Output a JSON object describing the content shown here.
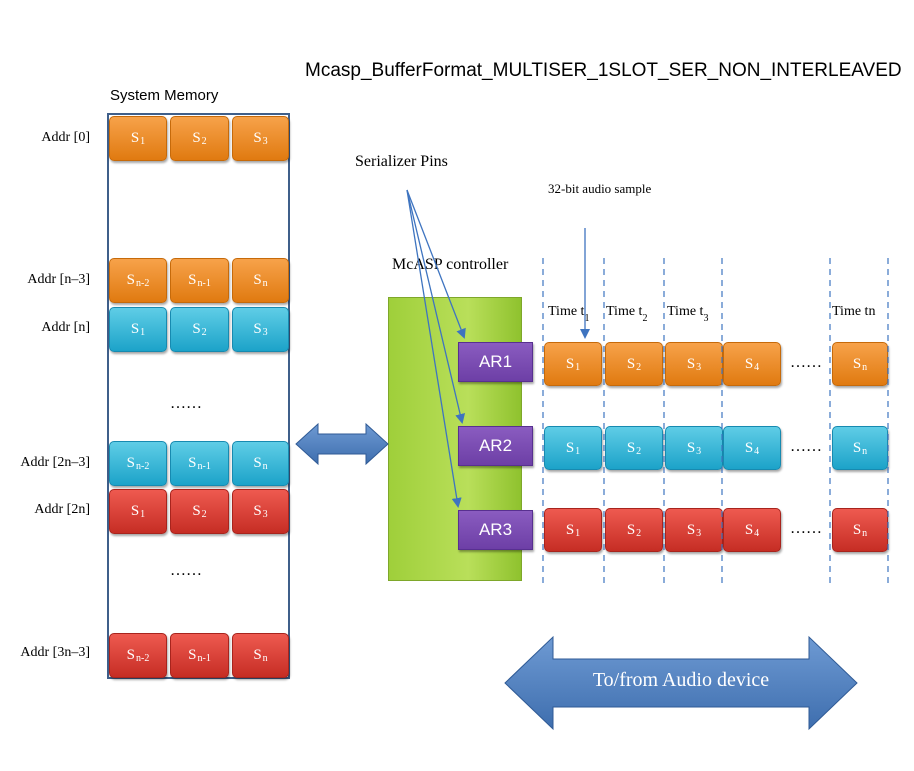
{
  "title": "Mcasp_BufferFormat_MULTISER_1SLOT_SER_NON_INTERLEAVED",
  "memory": {
    "label": "System Memory",
    "rows": [
      {
        "addr": "Addr  [0]",
        "color": "orange",
        "cells": [
          [
            "S",
            "1"
          ],
          [
            "S",
            "2"
          ],
          [
            "S",
            "3"
          ]
        ]
      },
      {
        "addr": "Addr  [n–3]",
        "color": "orange",
        "cells": [
          [
            "S",
            "n-2"
          ],
          [
            "S",
            "n-1"
          ],
          [
            "S",
            "n"
          ]
        ]
      },
      {
        "addr": "Addr  [n]",
        "color": "blue",
        "cells": [
          [
            "S",
            "1"
          ],
          [
            "S",
            "2"
          ],
          [
            "S",
            "3"
          ]
        ]
      },
      {
        "addr": "Addr  [2n–3]",
        "color": "blue",
        "cells": [
          [
            "S",
            "n-2"
          ],
          [
            "S",
            "n-1"
          ],
          [
            "S",
            "n"
          ]
        ]
      },
      {
        "addr": "Addr  [2n]",
        "color": "red",
        "cells": [
          [
            "S",
            "1"
          ],
          [
            "S",
            "2"
          ],
          [
            "S",
            "3"
          ]
        ]
      },
      {
        "addr": "Addr  [3n–3]",
        "color": "red",
        "cells": [
          [
            "S",
            "n-2"
          ],
          [
            "S",
            "n-1"
          ],
          [
            "S",
            "n"
          ]
        ]
      }
    ],
    "ellipsis_1": "……",
    "ellipsis_2": "……"
  },
  "controller": {
    "label": "McASP controller",
    "pins": [
      "AR1",
      "AR2",
      "AR3"
    ]
  },
  "serializer_label": "Serializer Pins",
  "sample_label": "32-bit audio sample",
  "time_labels": [
    [
      "Time  t",
      "1"
    ],
    [
      "Time  t",
      "2"
    ],
    [
      "Time  t",
      "3"
    ],
    [
      "Time  tn",
      ""
    ]
  ],
  "serial_rows": [
    {
      "color": "orange",
      "cells": [
        [
          "S",
          "1"
        ],
        [
          "S",
          "2"
        ],
        [
          "S",
          "3"
        ],
        [
          "S",
          "4"
        ]
      ],
      "last": [
        "S",
        "n"
      ],
      "ellipsis": "……"
    },
    {
      "color": "blue",
      "cells": [
        [
          "S",
          "1"
        ],
        [
          "S",
          "2"
        ],
        [
          "S",
          "3"
        ],
        [
          "S",
          "4"
        ]
      ],
      "last": [
        "S",
        "n"
      ],
      "ellipsis": "……"
    },
    {
      "color": "red",
      "cells": [
        [
          "S",
          "1"
        ],
        [
          "S",
          "2"
        ],
        [
          "S",
          "3"
        ],
        [
          "S",
          "4"
        ]
      ],
      "last": [
        "S",
        "n"
      ],
      "ellipsis": "……"
    }
  ],
  "audio_label": "To/from Audio device",
  "colors": {
    "orange": "#e88a22",
    "blue": "#2fb4d8",
    "red": "#d43c33",
    "controller": "#a8d64a",
    "pin": "#7b4db3",
    "arrow": "#4f7fbf",
    "frame": "#3f5f8a"
  }
}
